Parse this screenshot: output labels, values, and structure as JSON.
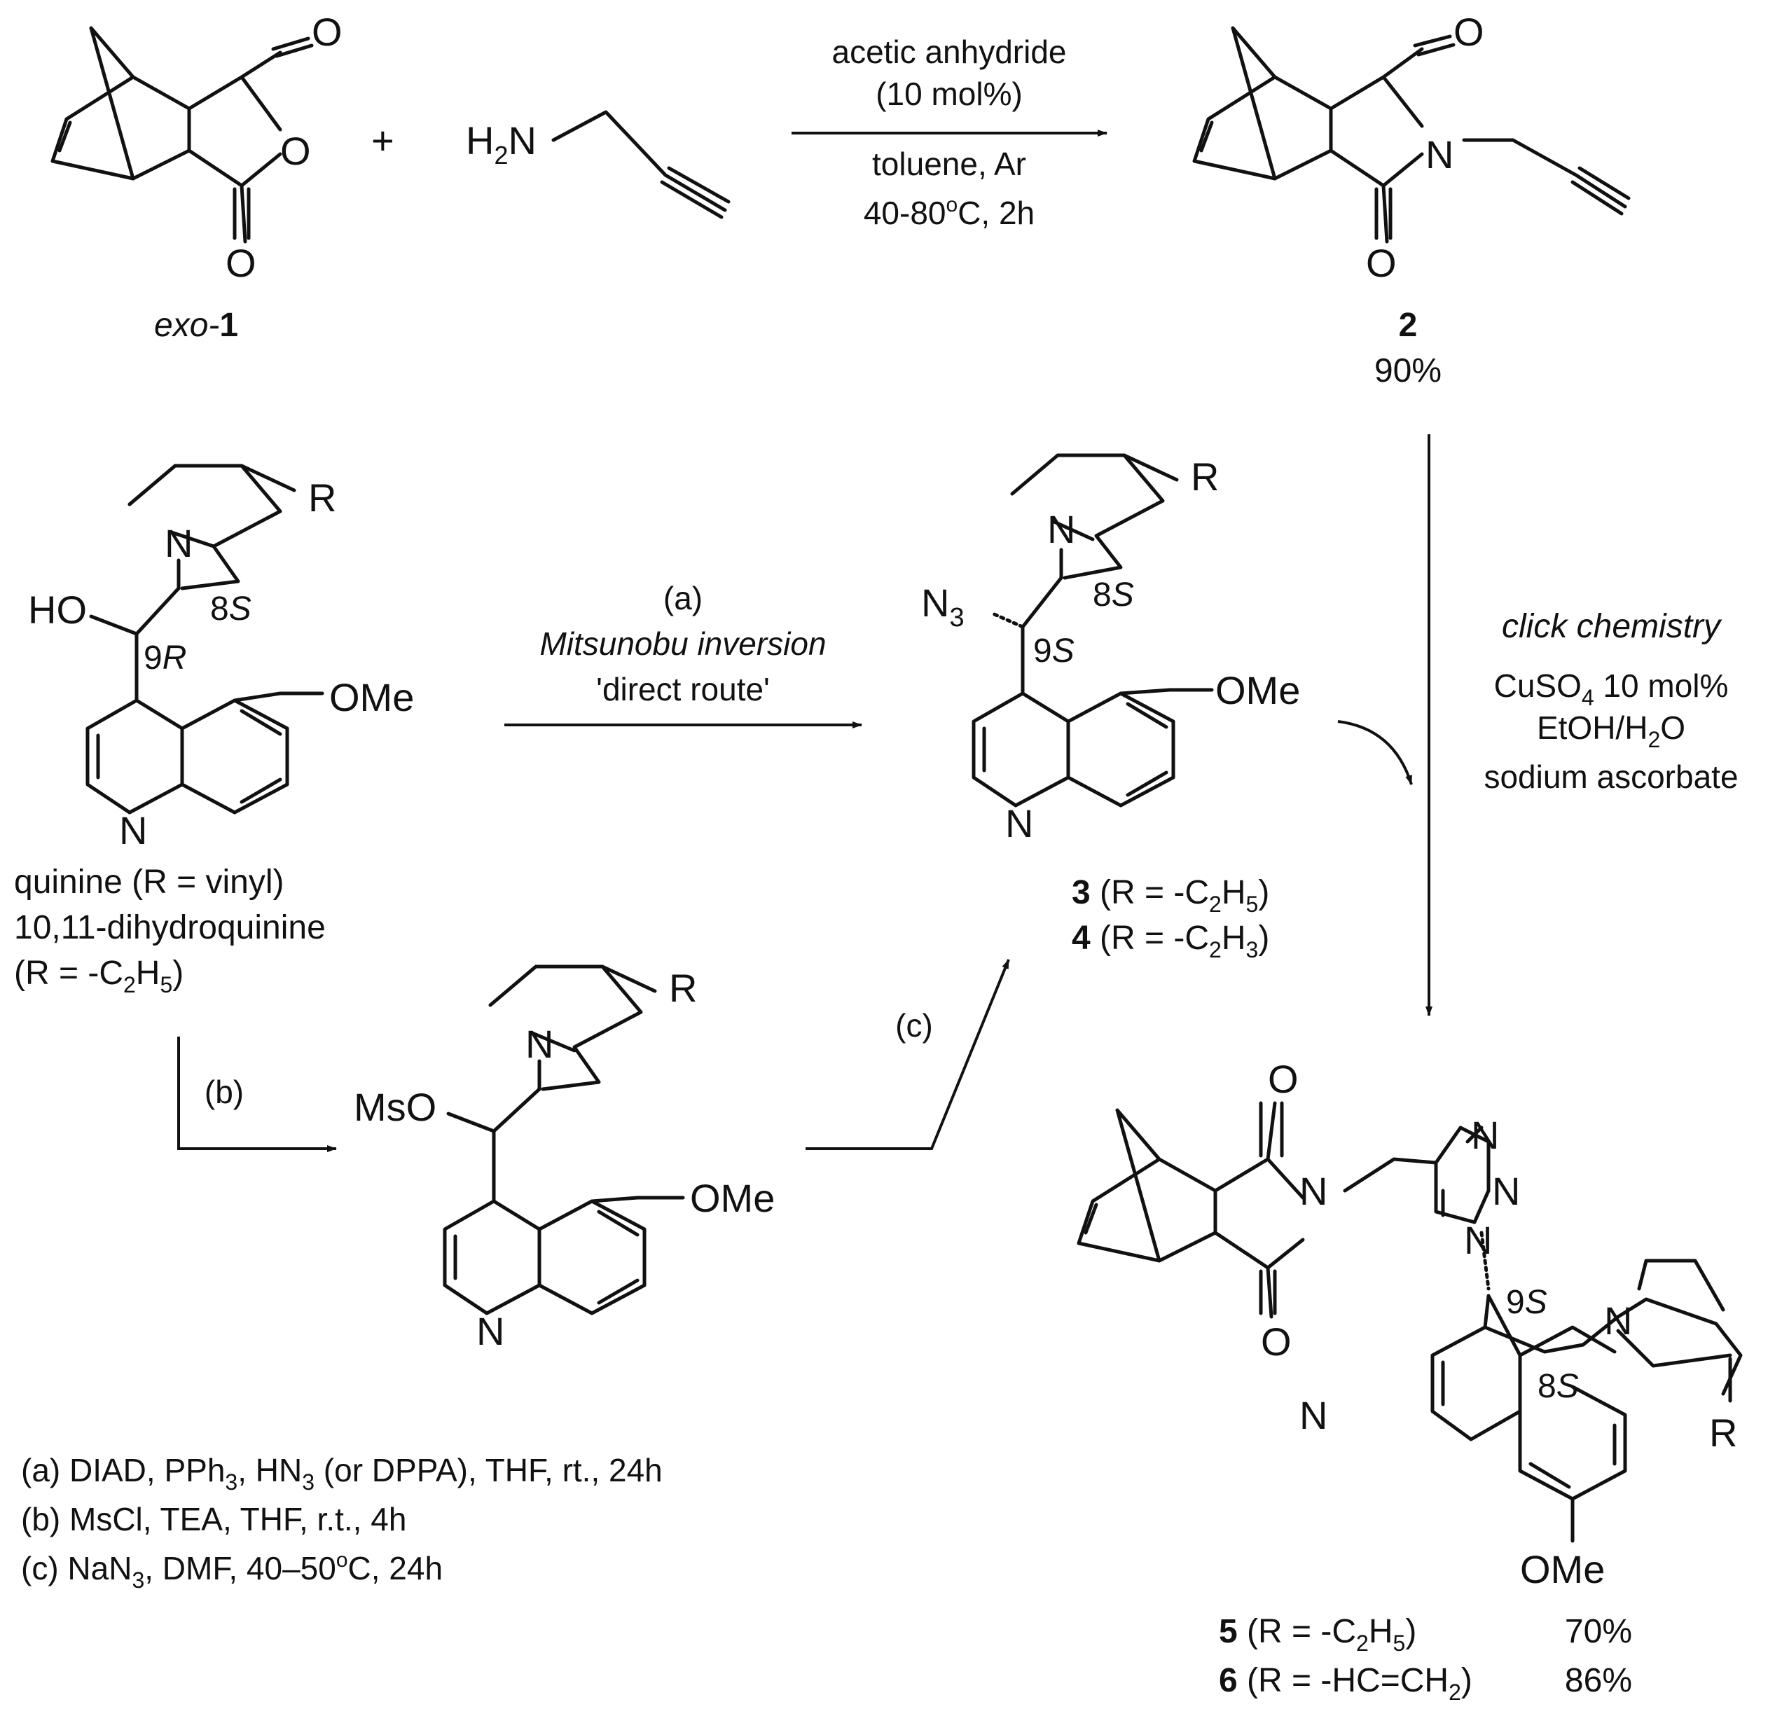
{
  "top_reaction": {
    "reactant1_label": "exo-1",
    "reactant1_label_parts": [
      "exo-",
      "1"
    ],
    "plus": "+",
    "amine": "H2N",
    "conditions": [
      "acetic anhydride",
      "(10 mol%)",
      "toluene, Ar",
      "40-80oC, 2h"
    ],
    "product": {
      "number": "2",
      "yield": "90%"
    }
  },
  "quinine": {
    "names": [
      "quinine (R = vinyl)",
      "10,11-dihydroquinine",
      "(R = -C2H5)"
    ],
    "stereo": [
      "9R",
      "8S"
    ],
    "groups": [
      "HO",
      "OMe",
      "N",
      "N",
      "R"
    ]
  },
  "step_a": {
    "label": "(a)",
    "line1": "Mitsunobu inversion",
    "line2": "'direct route'"
  },
  "azide": {
    "stereo": [
      "9S",
      "8S"
    ],
    "groups": [
      "N3",
      "OMe",
      "N",
      "N",
      "R"
    ],
    "compounds": [
      {
        "number": "3",
        "desc": "(R = -C2H5)"
      },
      {
        "number": "4",
        "desc": "(R = -C2H3)"
      }
    ]
  },
  "step_b": {
    "label": "(b)"
  },
  "step_c": {
    "label": "(c)"
  },
  "mesylate": {
    "groups": [
      "MsO",
      "OMe",
      "N",
      "N",
      "R"
    ]
  },
  "click": {
    "title": "click chemistry",
    "conditions": [
      "CuSO4 10 mol%",
      "EtOH/H2O",
      "sodium ascorbate"
    ]
  },
  "product_final": {
    "stereo": [
      "9S",
      "8S"
    ],
    "groups": [
      "O",
      "O",
      "N",
      "N",
      "N",
      "N",
      "N",
      "N",
      "OMe",
      "R"
    ],
    "compounds": [
      {
        "number": "5",
        "desc": "(R = -C2H5)",
        "yield": "70%"
      },
      {
        "number": "6",
        "desc": "(R = -HC=CH2)",
        "yield": "86%"
      }
    ]
  },
  "footnotes": [
    "(a) DIAD, PPh3, HN3 (or DPPA), THF, rt., 24h",
    "(b) MsCl, TEA, THF, r.t., 4h",
    "(c) NaN3, DMF, 40–50oC, 24h"
  ]
}
